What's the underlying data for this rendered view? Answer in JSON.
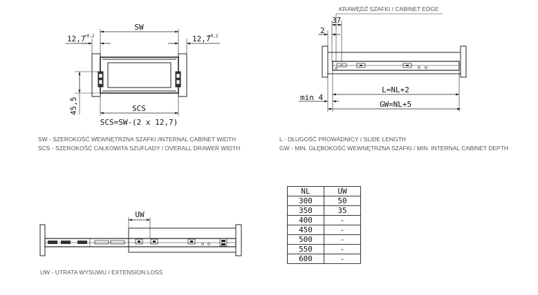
{
  "drawing_front": {
    "sw_label": "SW",
    "left_offset": "12,7",
    "left_tol": "+0,2",
    "right_offset": "12,7",
    "right_tol": "+0,2",
    "height_label": "45,5",
    "scs_label": "SCS",
    "formula": "SCS=SW-(2 x 12,7)"
  },
  "drawing_side": {
    "edge_label": "KRAWĘDŹ SZAFKI / CABINET EDGE",
    "dim_37": "37",
    "dim_2": "2",
    "min_label": "min 4",
    "l_label": "L=NL+2",
    "gw_label": "GW=NL+5"
  },
  "drawing_ext": {
    "uw_label": "UW"
  },
  "legend_front": [
    "SW - SZEROKOŚĆ WEWNĘTRZNA SZAFKI /INTERNAL CABINET WIDTH",
    "SCS - SZEROKOŚĆ CAŁKOWITA SZUFLADY / OVERALL DRAWER WIDTH"
  ],
  "legend_side": [
    "L - DŁUGOŚĆ PROWADNICY / SLIDE LENGTH",
    "GW - MIN. GŁĘBOKOŚĆ WEWNĘTRZNA SZAFKI / MIN. INTERNAL CABINET DEPTH"
  ],
  "legend_ext": "UW - UTRATA WYSUWU / EXTENSION LOSS",
  "table": {
    "headers": [
      "NL",
      "UW"
    ],
    "rows": [
      [
        "300",
        "50"
      ],
      [
        "350",
        "35"
      ],
      [
        "400",
        "-"
      ],
      [
        "450",
        "-"
      ],
      [
        "500",
        "-"
      ],
      [
        "550",
        "-"
      ],
      [
        "600",
        "-"
      ]
    ]
  }
}
